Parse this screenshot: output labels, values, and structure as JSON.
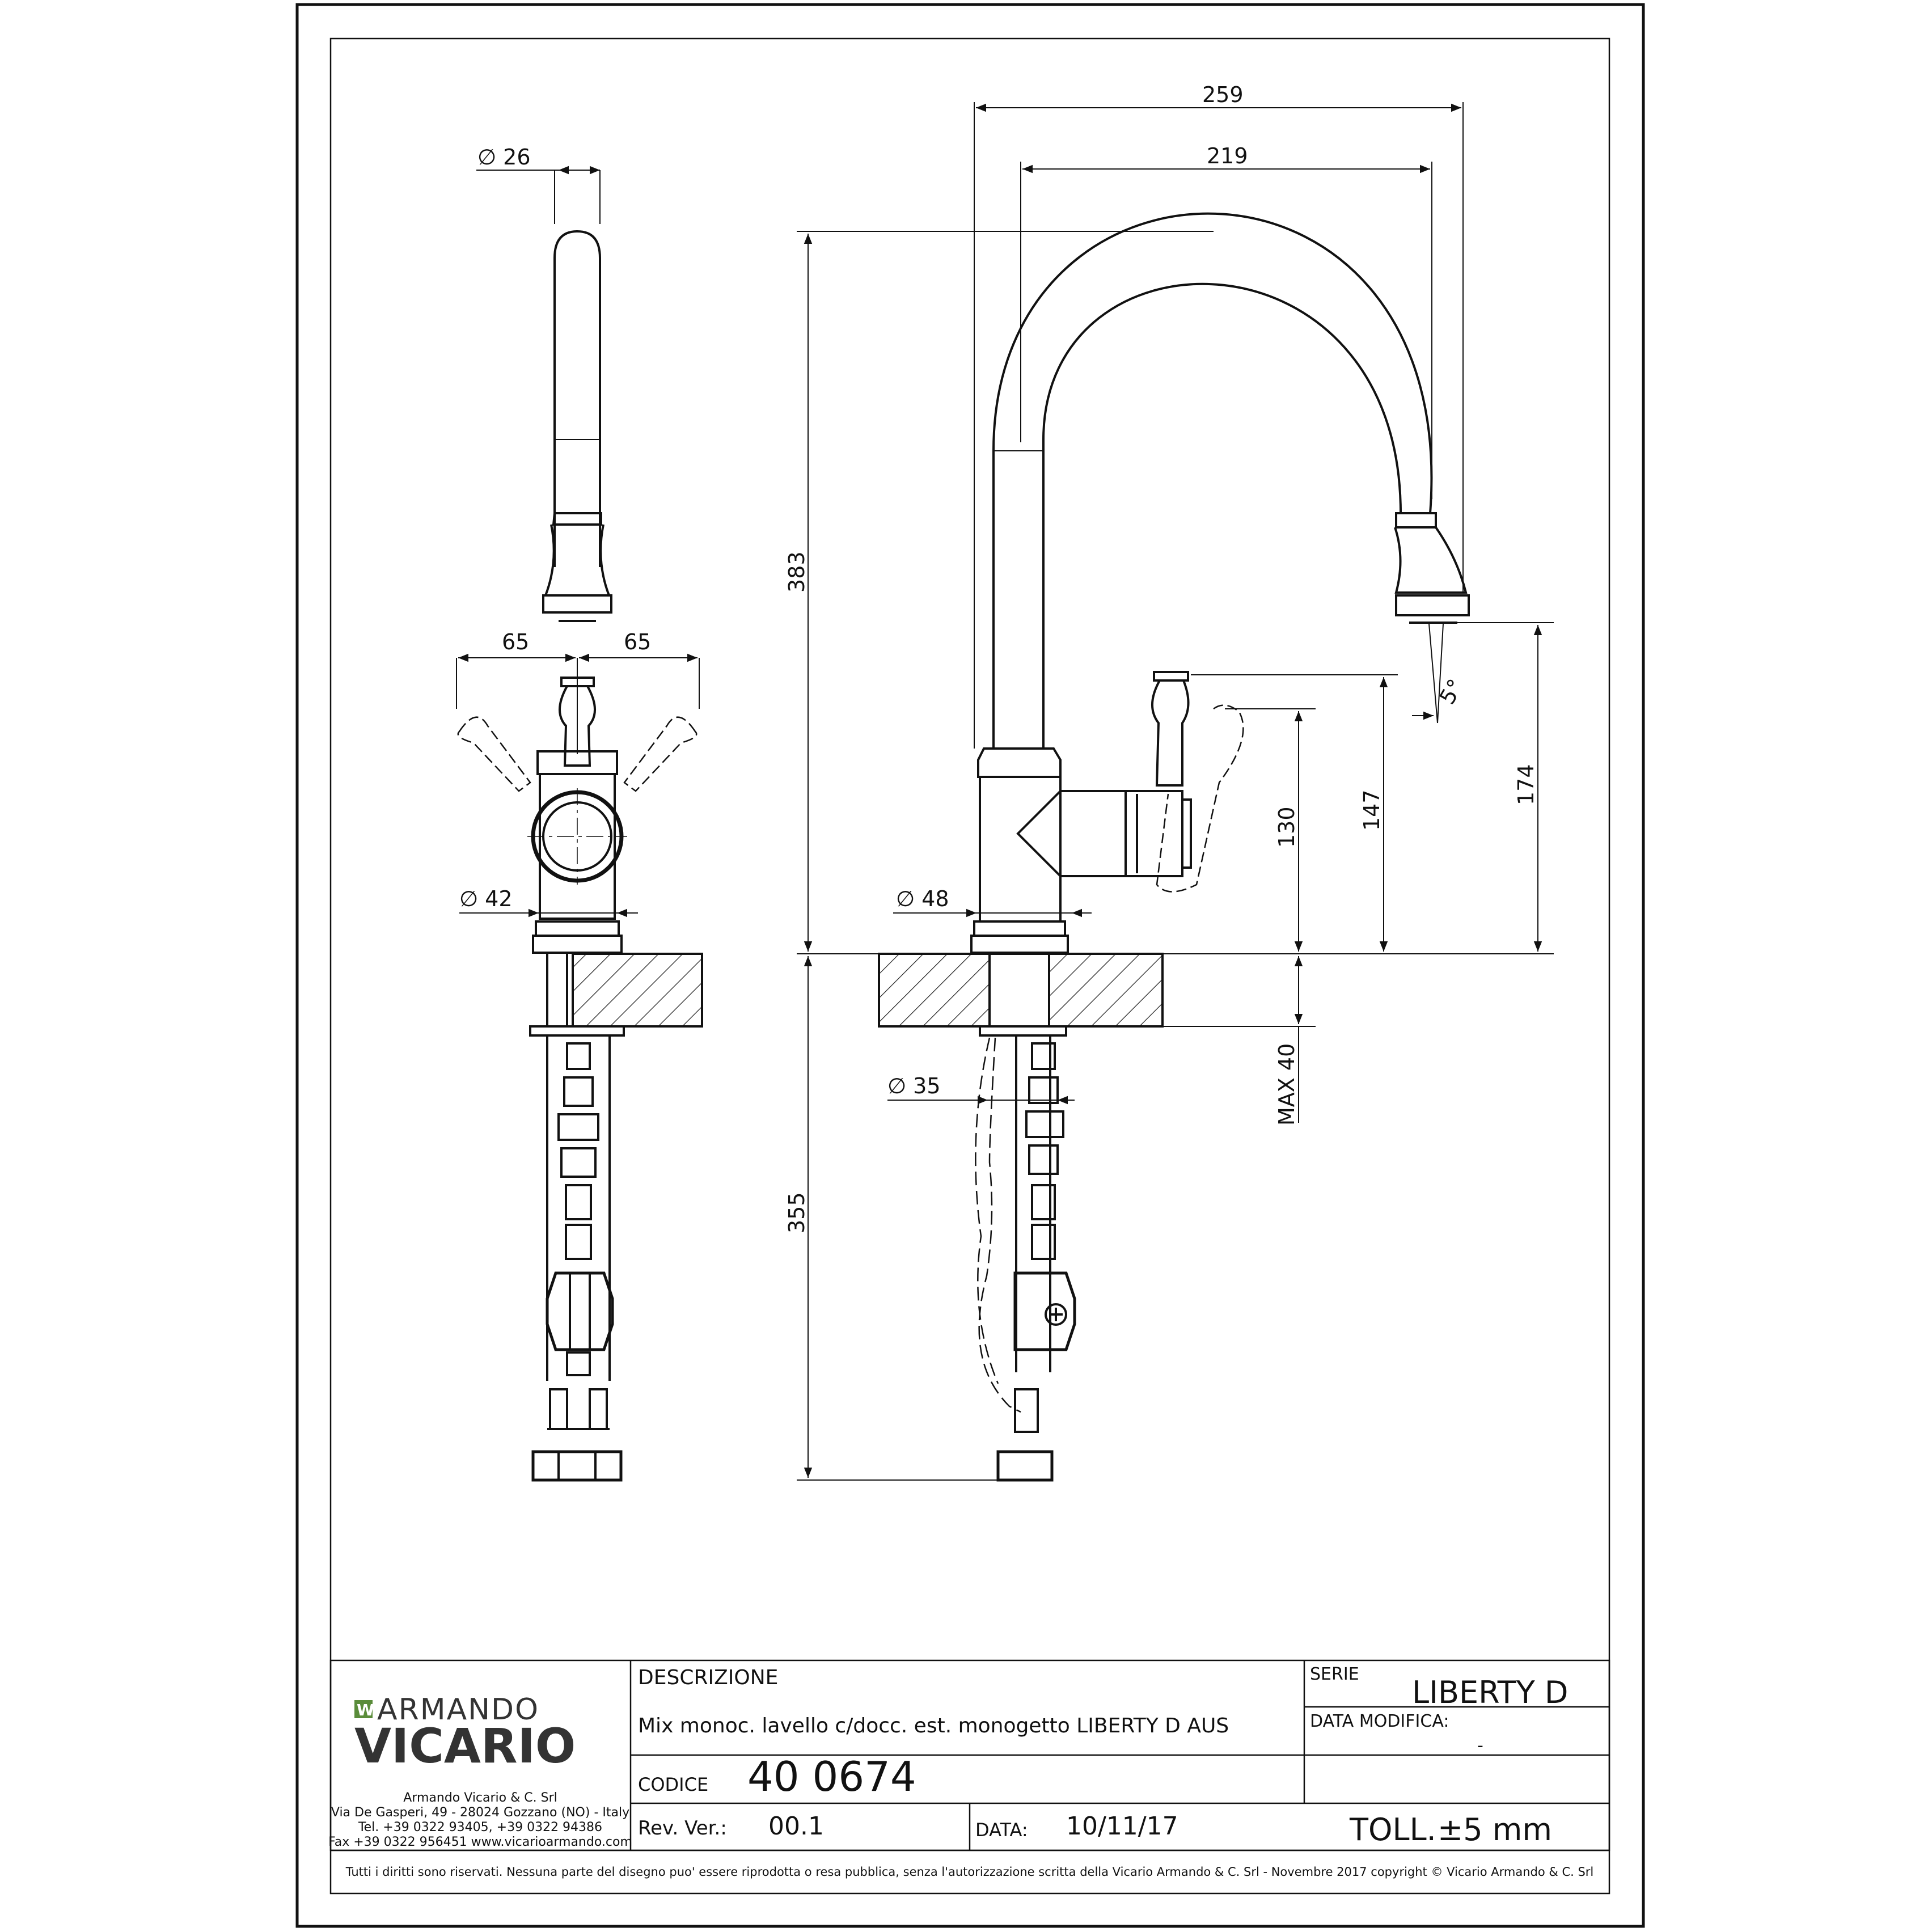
{
  "drawing": {
    "dimensions": {
      "d26": "∅ 26",
      "d42": "∅ 42",
      "w65_left": "65",
      "w65_right": "65",
      "w259": "259",
      "w219": "219",
      "h383": "383",
      "d48": "∅ 48",
      "h130": "130",
      "h147": "147",
      "h174": "174",
      "angle5": "5°",
      "max40": "MAX 40",
      "d35": "∅ 35",
      "h355": "355"
    }
  },
  "title_block": {
    "logo_top": "ARMANDO",
    "logo_bottom": "VICARIO",
    "company_lines": [
      "Armando Vicario & C. Srl",
      "Via De Gasperi, 49 - 28024 Gozzano (NO) - Italy",
      "Tel. +39 0322 93405, +39 0322 94386",
      "Fax +39 0322 956451 www.vicarioarmando.com"
    ],
    "descrizione_label": "DESCRIZIONE",
    "descrizione_value": "Mix monoc. lavello c/docc. est. monogetto LIBERTY D AUS",
    "codice_label": "CODICE",
    "codice_value": "40 0674",
    "rev_label": "Rev. Ver.:",
    "rev_value": "00.1",
    "data_label": "DATA:",
    "data_value": "10/11/17",
    "serie_label": "SERIE",
    "serie_value": "LIBERTY D",
    "modifica_label": "DATA MODIFICA:",
    "modifica_value": "-",
    "toll_label": "TOLL.",
    "toll_value": "±5 mm",
    "copyright": "Tutti i diritti sono riservati. Nessuna parte del disegno puo' essere riprodotta o resa pubblica, senza l'autorizzazione scritta della Vicario Armando & C. Srl - Novembre 2017 copyright © Vicario Armando & C. Srl"
  }
}
